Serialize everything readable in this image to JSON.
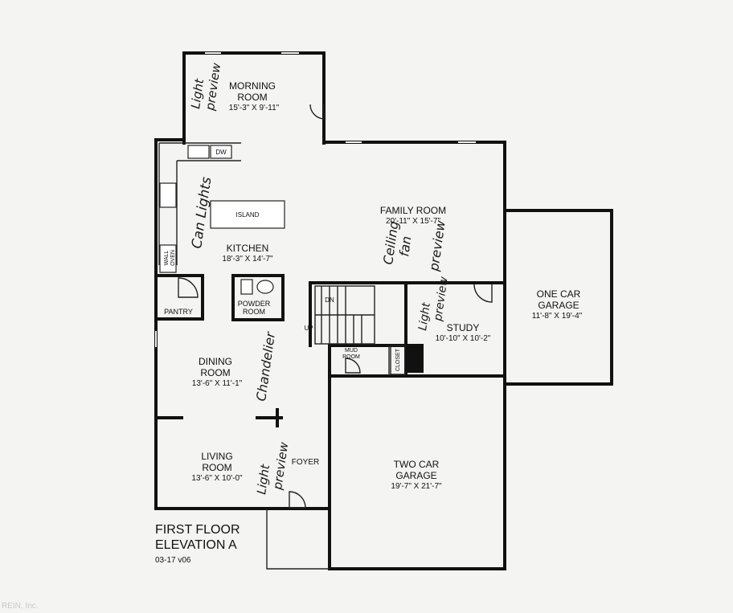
{
  "rooms": {
    "morning": {
      "name_l1": "MORNING",
      "name_l2": "ROOM",
      "dims": "15'-3\" X 9'-11\""
    },
    "family": {
      "name": "FAMILY ROOM",
      "dims": "20'-11\" X 15'-7\""
    },
    "kitchen": {
      "name": "KITCHEN",
      "dims": "18'-3\" X 14'-7\""
    },
    "one_car": {
      "name_l1": "ONE CAR",
      "name_l2": "GARAGE",
      "dims": "11'-8\" X 19'-4\""
    },
    "study": {
      "name": "STUDY",
      "dims": "10'-10\" X 10'-2\""
    },
    "dining": {
      "name_l1": "DINING",
      "name_l2": "ROOM",
      "dims": "13'-6\" X 11'-1\""
    },
    "living": {
      "name_l1": "LIVING",
      "name_l2": "ROOM",
      "dims": "13'-6\" X 10'-0\""
    },
    "two_car": {
      "name_l1": "TWO CAR",
      "name_l2": "GARAGE",
      "dims": "19'-7\" X 21'-7\""
    }
  },
  "small_labels": {
    "island": "ISLAND",
    "dw": "DW",
    "wall": "WALL",
    "oven": "OVEN",
    "pantry": "PANTRY",
    "powder_l1": "POWDER",
    "powder_l2": "ROOM",
    "dn": "DN",
    "up": "UP",
    "mud_l1": "MUD",
    "mud_l2": "ROOM",
    "closet": "CLOSET",
    "foyer": "FOYER"
  },
  "handwritten": {
    "light_preview_1_a": "Light",
    "light_preview_1_b": "preview",
    "can_lights": "Can Lights",
    "ceiling_fan_a": "Ceiling",
    "ceiling_fan_b": "fan",
    "ceiling_fan_c": "preview",
    "light_preview_2_a": "Light",
    "light_preview_2_b": "preview",
    "chandelier": "Chandelier",
    "light_preview_3_a": "Light",
    "light_preview_3_b": "preview"
  },
  "footer": {
    "title_l1": "FIRST FLOOR",
    "title_l2": "ELEVATION A",
    "version": "03-17 v06",
    "watermark": "REIN, Inc."
  }
}
